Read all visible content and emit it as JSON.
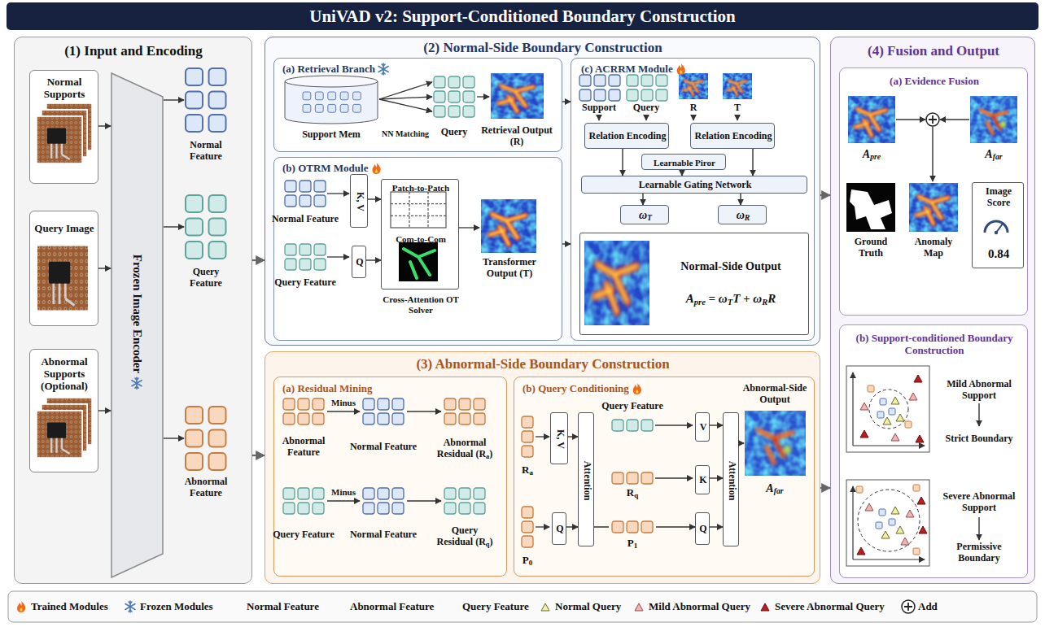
{
  "diagram": {
    "title": "UniVAD v2: Support-Conditioned Boundary Construction",
    "nodes": [
      {
        "text": [
          "(1) Input and Encoding"
        ]
      },
      {
        "text": [
          "Normal Supports"
        ],
        "in": 0
      },
      {
        "text": [
          "Query Image"
        ],
        "in": 0
      },
      {
        "text": [
          "Abnormal Supports (Optional)"
        ],
        "in": 0
      },
      {
        "text": [
          "Frozen Image Encoder"
        ],
        "in": 0
      },
      {
        "text": [
          "(2) Normal-Side Boundary Construction"
        ]
      },
      {
        "text": [
          "(a) Retrieval Branch"
        ],
        "in": 5
      },
      {
        "text": [
          "(b) OTRM Module"
        ],
        "in": 5
      },
      {
        "text": [
          "K, V"
        ],
        "in": 7
      },
      {
        "text": [
          "Q"
        ],
        "in": 7
      },
      {
        "text": [
          "Patch-to-Patch",
          "Com-to-Com",
          "Cross-Attention OT Solver"
        ],
        "in": 7
      },
      {
        "text": [
          "(c) ACRRM Module"
        ],
        "in": 5
      },
      {
        "text": [
          "Relation Encoding"
        ],
        "in": 11
      },
      {
        "text": [
          "Relation Encoding"
        ],
        "in": 11
      },
      {
        "text": [
          "Learnable Piror"
        ],
        "in": 11
      },
      {
        "text": [
          "Learnable Gating Network"
        ],
        "in": 11
      },
      {
        "text": [
          "ωT"
        ],
        "in": 11
      },
      {
        "text": [
          "ωR"
        ],
        "in": 11
      },
      {
        "text": [
          "Normal-Side Output",
          "Apre = ωTT + ωRR"
        ],
        "in": 11
      },
      {
        "text": [
          "(3) Abnormal-Side Boundary Construction"
        ]
      },
      {
        "text": [
          "(a) Residual Mining"
        ],
        "in": 19
      },
      {
        "text": [
          "(b) Query Conditioning"
        ],
        "in": 19
      },
      {
        "text": [
          "K, V"
        ],
        "in": 21
      },
      {
        "text": [
          "Q"
        ],
        "in": 21
      },
      {
        "text": [
          "Attention"
        ],
        "in": 21
      },
      {
        "text": [
          "V"
        ],
        "in": 21
      },
      {
        "text": [
          "K"
        ],
        "in": 21
      },
      {
        "text": [
          "Q"
        ],
        "in": 21
      },
      {
        "text": [
          "Attention"
        ],
        "in": 21
      },
      {
        "text": [
          "(4) Fusion and Output"
        ]
      },
      {
        "text": [
          "(a) Evidence Fusion"
        ],
        "in": 29
      },
      {
        "text": [
          "Image Score",
          "0.84"
        ],
        "in": 30
      },
      {
        "text": [
          "(b) Support-conditioned Boundary Construction"
        ],
        "in": 29
      }
    ],
    "edges": [
      {
        "from": 1,
        "to": 4,
        "arrow": "to"
      },
      {
        "from": 2,
        "to": 4,
        "arrow": "to"
      },
      {
        "from": 3,
        "to": 4,
        "arrow": "to"
      },
      {
        "from": 0,
        "to": 5,
        "arrow": "to"
      },
      {
        "from": 0,
        "to": 19,
        "arrow": "to"
      },
      {
        "from": 6,
        "to": 11,
        "arrow": "to"
      },
      {
        "from": 7,
        "to": 11,
        "arrow": "to"
      },
      {
        "from": 8,
        "to": 10,
        "arrow": "to"
      },
      {
        "from": 9,
        "to": 10,
        "arrow": "to"
      },
      {
        "from": 12,
        "to": 15,
        "arrow": "to"
      },
      {
        "from": 13,
        "to": 15,
        "arrow": "to"
      },
      {
        "from": 14,
        "to": 15,
        "arrow": "to"
      },
      {
        "from": 15,
        "to": 16,
        "arrow": "to"
      },
      {
        "from": 15,
        "to": 17,
        "arrow": "to"
      },
      {
        "from": 22,
        "to": 24,
        "arrow": "to"
      },
      {
        "from": 23,
        "to": 24,
        "arrow": "to"
      },
      {
        "from": 24,
        "to": 27,
        "arrow": "to"
      },
      {
        "from": 25,
        "to": 28,
        "arrow": "to"
      },
      {
        "from": 26,
        "to": 28,
        "arrow": "to"
      },
      {
        "from": 27,
        "to": 28,
        "arrow": "to"
      },
      {
        "from": 5,
        "to": 29,
        "arrow": "to"
      },
      {
        "from": 19,
        "to": 29,
        "arrow": "to"
      }
    ],
    "labels": [
      "Normal Feature",
      "Query Feature",
      "Abnormal Feature",
      "Support Mem",
      "NN Matching",
      "Query",
      "Retrieval Output (R)",
      "Normal Feature",
      "Query Feature",
      "Transformer Output (T)",
      "Support",
      "Query",
      "R",
      "T",
      "Minus",
      "Abnormal Feature",
      "Normal Feature",
      "Abnormal Residual (Ra)",
      "Minus",
      "Query Feature",
      "Normal Feature",
      "Query Residual (Rq)",
      "Ra",
      "P0",
      "Query Feature",
      "Rq",
      "P1",
      "Abnormal-Side Output",
      "Afar",
      "Apre",
      "Afar",
      "Ground Truth",
      "Anomaly Map",
      "Mild Abnormal Support",
      "Strict Boundary",
      "Severe Abnormal Support",
      "Permissive Boundary"
    ],
    "legend": [
      {
        "text": "Trained Modules"
      },
      {
        "text": "Frozen Modules"
      },
      {
        "text": "Normal Feature",
        "color": "#dce7f7"
      },
      {
        "text": "Abnormal Feature",
        "color": "#f8d9bf"
      },
      {
        "text": "Query Feature",
        "color": "#d3ebe8"
      },
      {
        "text": "Normal Query"
      },
      {
        "text": "Mild Abnormal Query"
      },
      {
        "text": "Severe Abnormal Query"
      },
      {
        "text": "Add"
      }
    ]
  }
}
